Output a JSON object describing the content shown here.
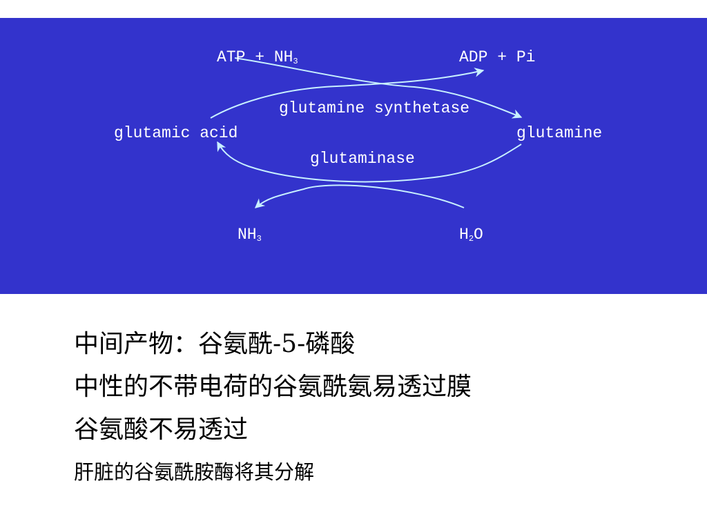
{
  "colors": {
    "panel_bg": "#3333cc",
    "diagram_text": "#ffffff",
    "arrow": "#c8f0ff",
    "note_text": "#000000"
  },
  "diagram": {
    "reactant_in": {
      "text": "ATP + NH",
      "sub": "3"
    },
    "product_out": "ADP + Pi",
    "enzyme_forward": "glutamine synthetase",
    "enzyme_reverse": "glutaminase",
    "left_compound": "glutamic acid",
    "right_compound": "glutamine",
    "reverse_product": {
      "text": "NH",
      "sub": "3"
    },
    "reverse_input": {
      "h": "H",
      "sub": "2",
      "o": "O"
    }
  },
  "notes": [
    "中间产物：谷氨酰-5-磷酸",
    "中性的不带电荷的谷氨酰氨易透过膜",
    "谷氨酸不易透过",
    "肝脏的谷氨酰胺酶将其分解"
  ]
}
